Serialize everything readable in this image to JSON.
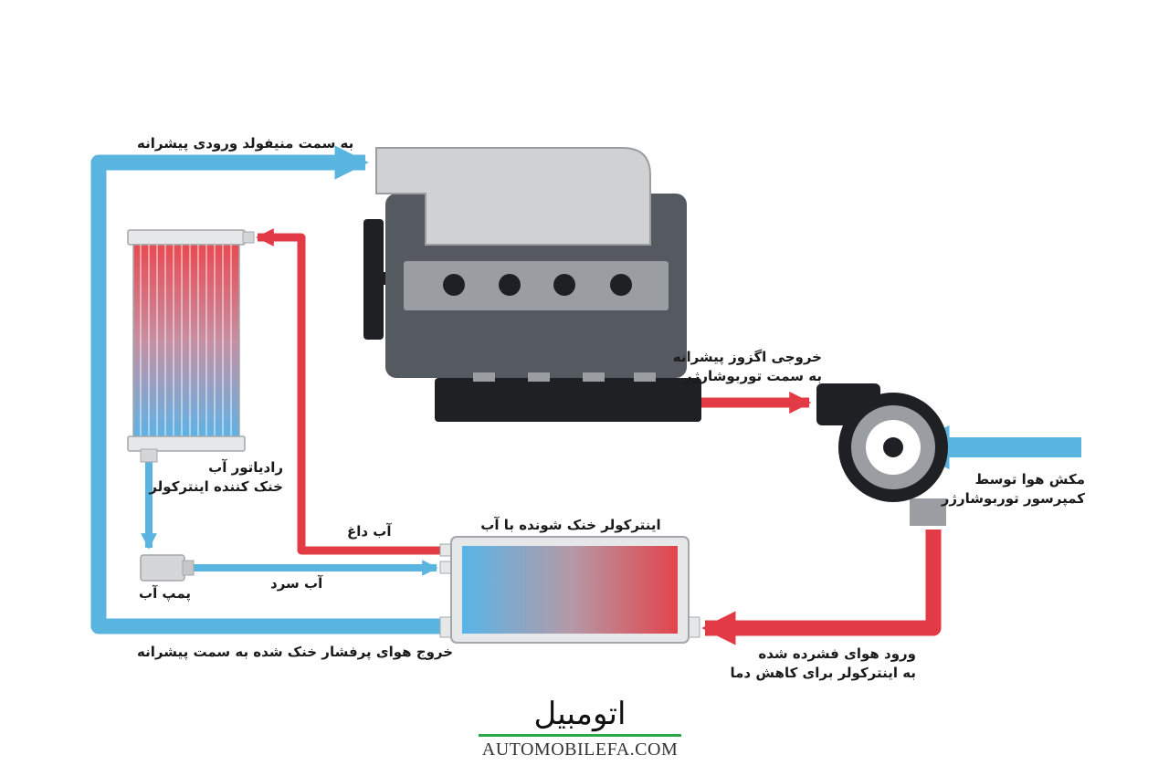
{
  "labels": {
    "to_intake_manifold": "به سمت منیفولد ورودی پیشرانه",
    "radiator_line1": "رادیاتور آب",
    "radiator_line2": "خنک کننده اینترکولر",
    "exhaust_line1": "خروجی اگزوز پیشرانه",
    "exhaust_line2": "به سمت توربوشارژر",
    "air_intake_line1": "مکش هوا توسط",
    "air_intake_line2": "کمپرسور توربوشارژر",
    "hot_water": "آب داغ",
    "intercooler_title": "اینترکولر خنک شونده با آب",
    "cold_water": "آب سرد",
    "water_pump": "پمپ آب",
    "cooled_air_out": "خروج هوای پرفشار خنک شده به سمت پیشرانه",
    "compressed_in_line1": "ورود هوای فشرده شده",
    "compressed_in_line2": "به اینترکولر برای کاهش دما"
  },
  "logo": {
    "wordmark": "اتومبیل",
    "domain": "AUTOMOBILEFA.COM"
  },
  "colors": {
    "cold_flow": "#5ab4e0",
    "hot_flow": "#e23b46",
    "engine_block": "#555a60",
    "engine_dark": "#1e2024",
    "intake_cover": "#cfd1d3",
    "logo_accent": "#2aa84a"
  }
}
